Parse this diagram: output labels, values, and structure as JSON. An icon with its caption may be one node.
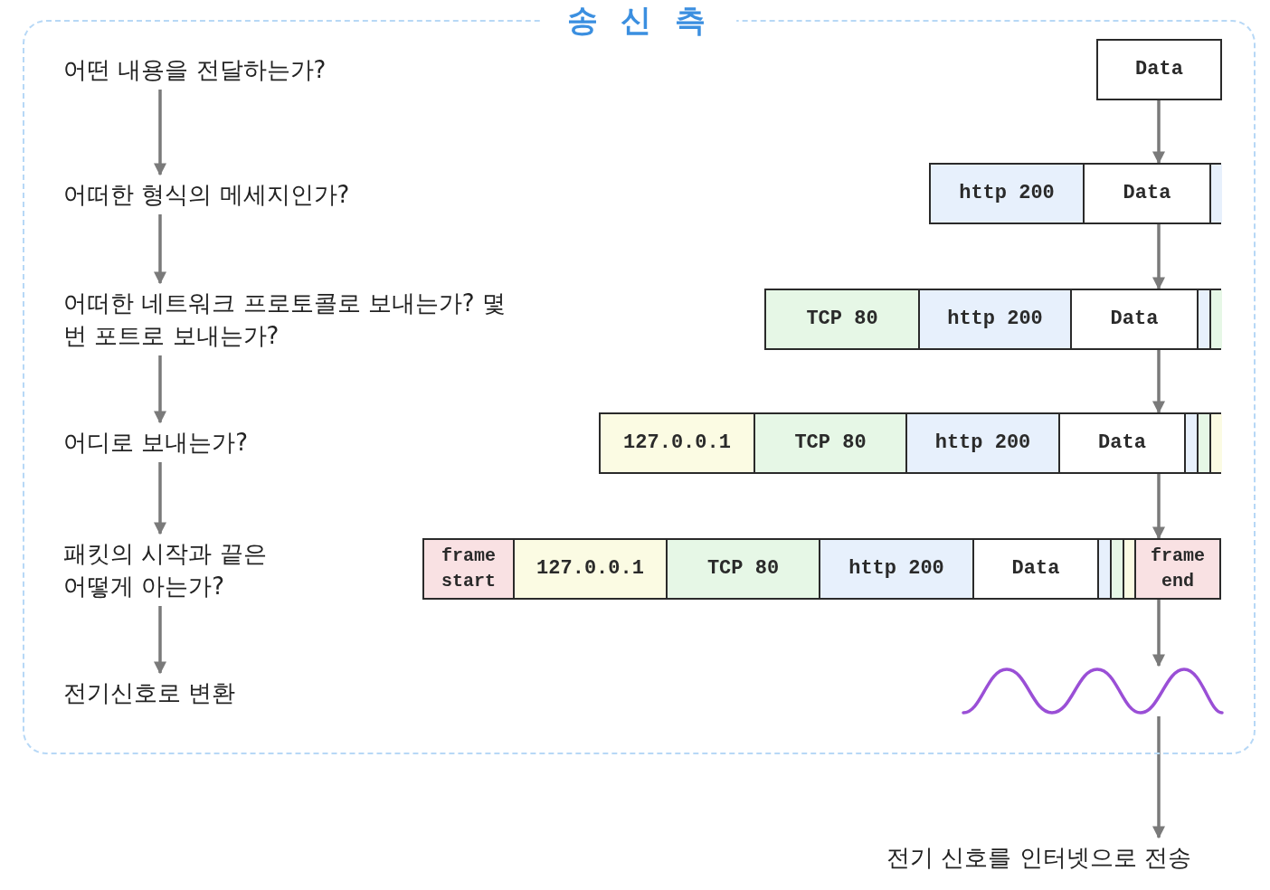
{
  "diagram": {
    "nodes": [
      {
        "text": [
          "송 신 측"
        ]
      },
      {
        "text": [
          "어떤 내용을 전달하는가?"
        ],
        "in": 0
      },
      {
        "text": [
          "Data"
        ],
        "in": 0
      },
      {
        "text": [
          "어떠한 형식의 메세지인가?"
        ],
        "in": 0
      },
      {
        "text": [],
        "shape": "bar",
        "in": 0
      },
      {
        "text": [
          "http 200"
        ],
        "in": 4
      },
      {
        "text": [
          "Data"
        ],
        "in": 4
      },
      {
        "text": [],
        "shape": "bar",
        "in": 4
      },
      {
        "text": [
          "어떠한 네트워크 프로토콜로 보내는가? 몇 번 포트로 보내는가?"
        ],
        "in": 0
      },
      {
        "text": [],
        "shape": "bar",
        "in": 0
      },
      {
        "text": [
          "TCP 80"
        ],
        "in": 9
      },
      {
        "text": [
          "http 200"
        ],
        "in": 9
      },
      {
        "text": [
          "Data"
        ],
        "in": 9
      },
      {
        "text": [],
        "shape": "bar",
        "in": 9
      },
      {
        "text": [],
        "shape": "bar",
        "in": 9
      },
      {
        "text": [
          "어디로 보내는가?"
        ],
        "in": 0
      },
      {
        "text": [],
        "shape": "bar",
        "in": 0
      },
      {
        "text": [
          "127.0.0.1"
        ],
        "in": 16
      },
      {
        "text": [
          "TCP 80"
        ],
        "in": 16
      },
      {
        "text": [
          "http 200"
        ],
        "in": 16
      },
      {
        "text": [
          "Data"
        ],
        "in": 16
      },
      {
        "text": [],
        "shape": "bar",
        "in": 16
      },
      {
        "text": [],
        "shape": "bar",
        "in": 16
      },
      {
        "text": [],
        "shape": "bar",
        "in": 16
      },
      {
        "text": [
          "패킷의 시작과 끝은 어떻게 아는가?"
        ],
        "in": 0
      },
      {
        "text": [],
        "shape": "bar",
        "in": 0
      },
      {
        "text": [
          "frame start"
        ],
        "in": 25
      },
      {
        "text": [
          "127.0.0.1"
        ],
        "in": 25
      },
      {
        "text": [
          "TCP 80"
        ],
        "in": 25
      },
      {
        "text": [
          "http 200"
        ],
        "in": 25
      },
      {
        "text": [
          "Data"
        ],
        "in": 25
      },
      {
        "text": [],
        "shape": "bar",
        "in": 25
      },
      {
        "text": [],
        "shape": "bar",
        "in": 25
      },
      {
        "text": [],
        "shape": "bar",
        "in": 25
      },
      {
        "text": [
          "frame end"
        ],
        "in": 25
      },
      {
        "text": [
          "전기신호로 변환"
        ],
        "in": 0
      },
      {
        "text": [],
        "shape": "wave",
        "in": 0
      },
      {
        "text": [
          "전기 신호를 인터넷으로 전송"
        ]
      }
    ],
    "edges": [
      {
        "from": 1,
        "to": 3,
        "arrow": "to"
      },
      {
        "from": 3,
        "to": 8,
        "arrow": "to"
      },
      {
        "from": 8,
        "to": 15,
        "arrow": "to"
      },
      {
        "from": 15,
        "to": 24,
        "arrow": "to"
      },
      {
        "from": 24,
        "to": 35,
        "arrow": "to"
      },
      {
        "from": 2,
        "to": 4,
        "arrow": "to"
      },
      {
        "from": 4,
        "to": 9,
        "arrow": "to"
      },
      {
        "from": 9,
        "to": 16,
        "arrow": "to"
      },
      {
        "from": 16,
        "to": 25,
        "arrow": "to"
      },
      {
        "from": 25,
        "to": 36,
        "arrow": "to"
      },
      {
        "from": 36,
        "to": 37,
        "arrow": "to"
      }
    ]
  }
}
